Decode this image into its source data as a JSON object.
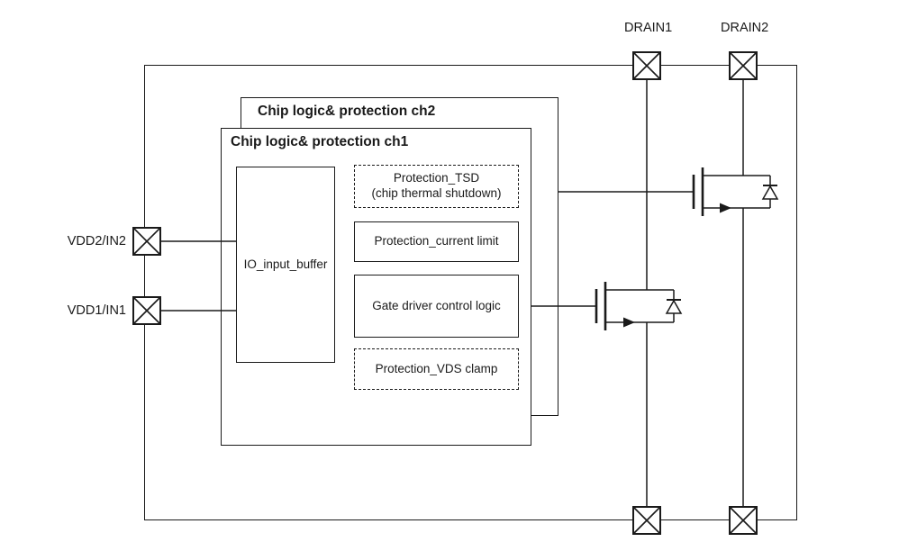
{
  "diagram": {
    "type": "block-diagram",
    "description": "Dual-channel low-side switch IC functional block diagram"
  },
  "pins": {
    "drain1": {
      "label": "DRAIN1"
    },
    "drain2": {
      "label": "DRAIN2"
    },
    "vdd2_in2": {
      "label": "VDD2/IN2"
    },
    "vdd1_in1": {
      "label": "VDD1/IN1"
    }
  },
  "blocks": {
    "ch2": {
      "title": "Chip logic& protection ch2"
    },
    "ch1": {
      "title": "Chip logic& protection ch1"
    },
    "io_buffer": {
      "label": "IO_input_buffer"
    },
    "tsd": {
      "line1": "Protection_TSD",
      "line2": "(chip thermal shutdown)"
    },
    "current_limit": {
      "label": "Protection_current limit"
    },
    "gate_driver": {
      "label": "Gate driver control logic"
    },
    "vds_clamp": {
      "label": "Protection_VDS clamp"
    }
  },
  "colors": {
    "line": "#1a1a1a",
    "background": "#ffffff"
  }
}
